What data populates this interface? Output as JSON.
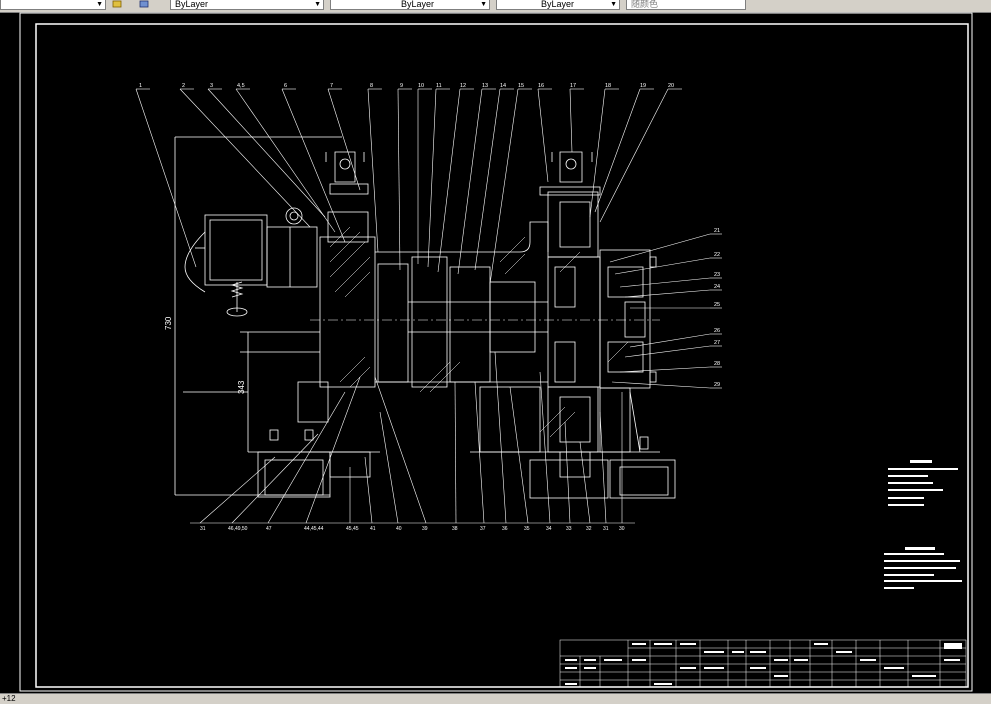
{
  "toolbar": {
    "linetype_1": "ByLayer",
    "linetype_2": "ByLayer",
    "linetype_3": "ByLayer",
    "color_box": "随颜色"
  },
  "status": {
    "coords": "+12"
  },
  "drawing": {
    "top_labels": [
      "1",
      "2",
      "3",
      "4,5",
      "6",
      "7",
      "8",
      "9",
      "10",
      "11",
      "12",
      "13",
      "14",
      "15",
      "16",
      "17",
      "18",
      "19",
      "20"
    ],
    "right_labels": [
      "21",
      "22",
      "23",
      "24",
      "25",
      "26",
      "27",
      "28",
      "29"
    ],
    "bottom_labels": [
      "31",
      "46,49,50",
      "47",
      "44,45,44",
      "45,45",
      "41",
      "40",
      "39",
      "38",
      "37",
      "36",
      "35",
      "34",
      "33",
      "32",
      "31",
      "30"
    ],
    "dim_vertical": "730",
    "dim_small": "343"
  },
  "colors": {
    "canvas": "#000000",
    "line": "#ffffff",
    "ui_gray": "#d4d0c8"
  }
}
